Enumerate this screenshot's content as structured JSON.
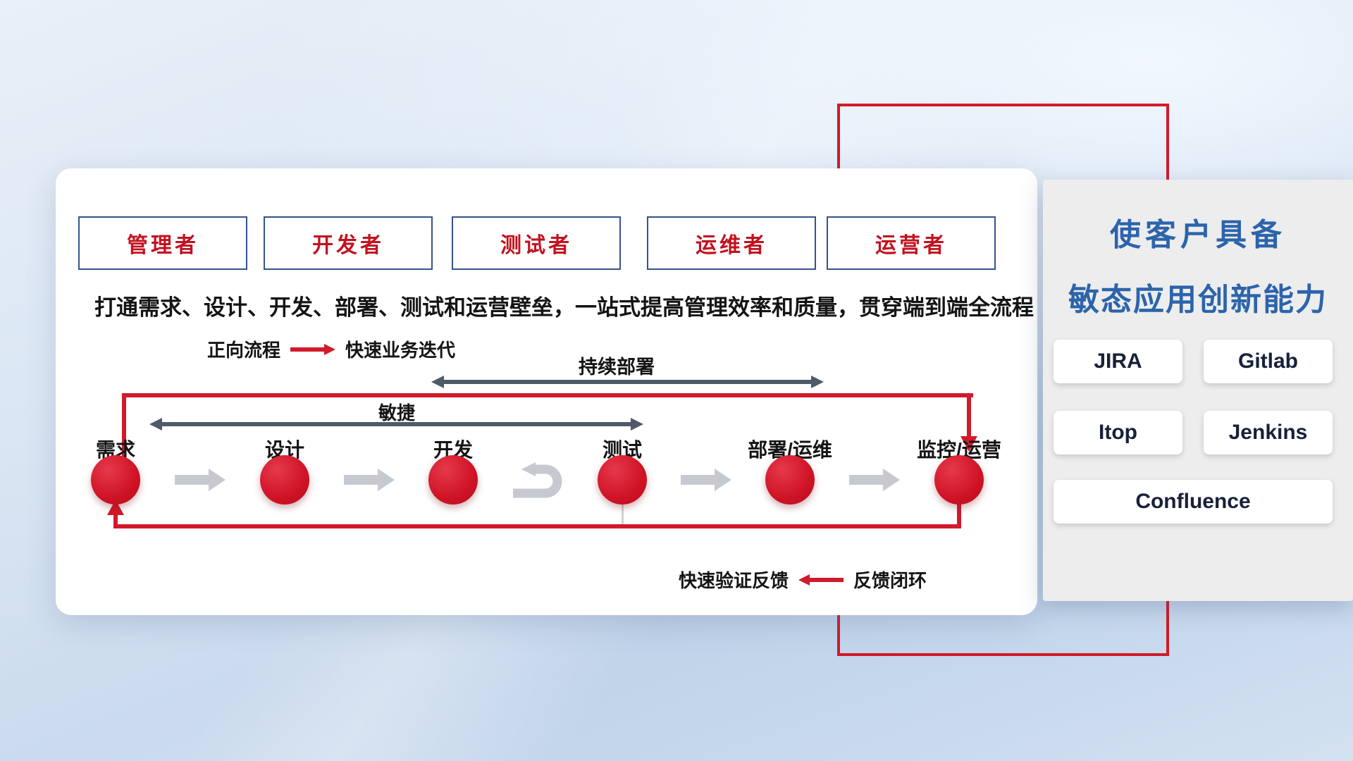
{
  "card": {
    "roles": [
      {
        "label": "管理者"
      },
      {
        "label": "开发者"
      },
      {
        "label": "测试者"
      },
      {
        "label": "运维者"
      },
      {
        "label": "运营者"
      }
    ],
    "subtitle": "打通需求、设计、开发、部署、测试和运营壁垒，一站式提高管理效率和质量，贯穿端到端全流程",
    "legend_forward": {
      "label": "正向流程",
      "desc": "快速业务迭代"
    },
    "legend_feedback": {
      "desc": "快速验证反馈",
      "label": "反馈闭环"
    },
    "span_arrows": {
      "deploy": "持续部署",
      "agile": "敏捷"
    },
    "stages": [
      {
        "label": "需求"
      },
      {
        "label": "设计"
      },
      {
        "label": "开发"
      },
      {
        "label": "测试"
      },
      {
        "label": "部署/运维"
      },
      {
        "label": "监控/运营"
      }
    ]
  },
  "panel": {
    "title_line1": "使客户具备",
    "title_line2": "敏态应用创新能力",
    "tools": [
      "JIRA",
      "Gitlab",
      "Itop",
      "Jenkins",
      "Confluence"
    ]
  },
  "colors": {
    "accent_red": "#d11a2a",
    "title_blue": "#2c64ab",
    "role_border_blue": "#35538c",
    "role_text_red": "#c2121f",
    "dark_arrow": "#4e5a68",
    "light_arrow": "#c6cad0",
    "panel_bg": "#ededed",
    "card_bg": "#ffffff"
  }
}
